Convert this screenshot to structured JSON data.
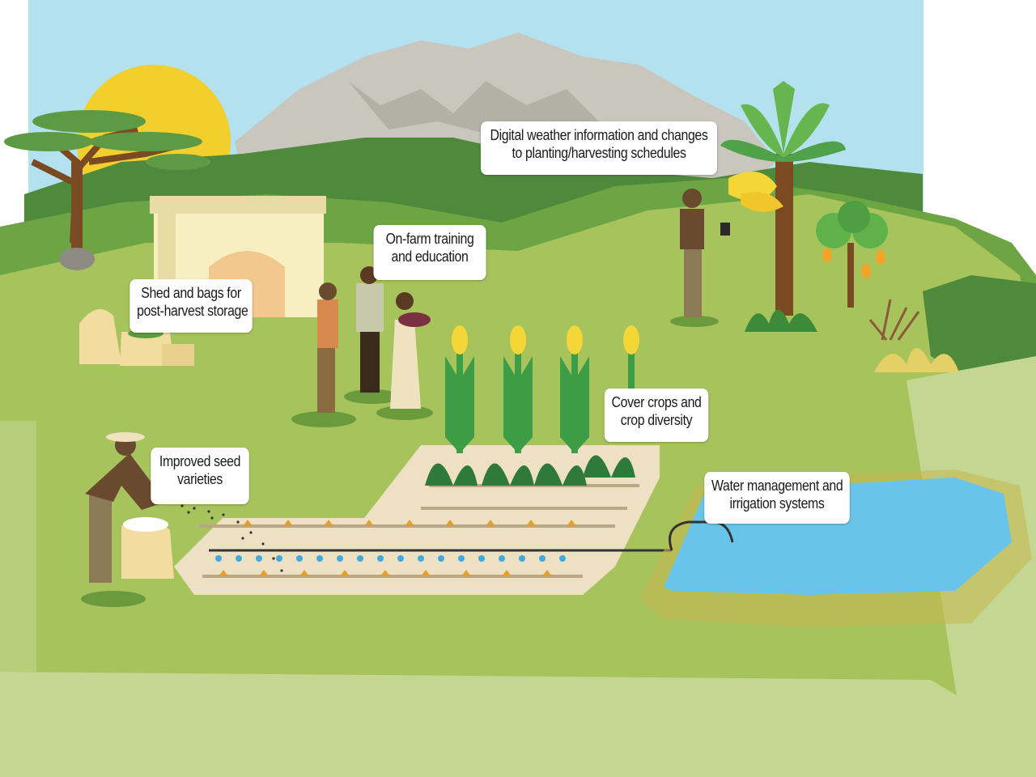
{
  "labels": {
    "weather": {
      "line1": "Digital weather information and changes",
      "line2": "to planting/harvesting schedules"
    },
    "training": {
      "line1": "On-farm training",
      "line2": "and education"
    },
    "storage": {
      "line1": "Shed and bags for",
      "line2": "post-harvest storage"
    },
    "cover_crops": {
      "line1": "Cover crops and",
      "line2": "crop diversity"
    },
    "seeds": {
      "line1": "Improved seed",
      "line2": "varieties"
    },
    "water": {
      "line1": "Water management and",
      "line2": "irrigation systems"
    }
  },
  "colors": {
    "sky": "#b3e1ee",
    "sun": "#f2cf2c",
    "mountain": "#c9c7bd",
    "hill_dark": "#4f8a3c",
    "hill_mid": "#6da544",
    "field": "#a7c35c",
    "field_light": "#c3d793",
    "soil": "#ede0c3",
    "pond": "#69c4ea",
    "crop_green": "#3d9c46",
    "corn": "#f5d637"
  }
}
